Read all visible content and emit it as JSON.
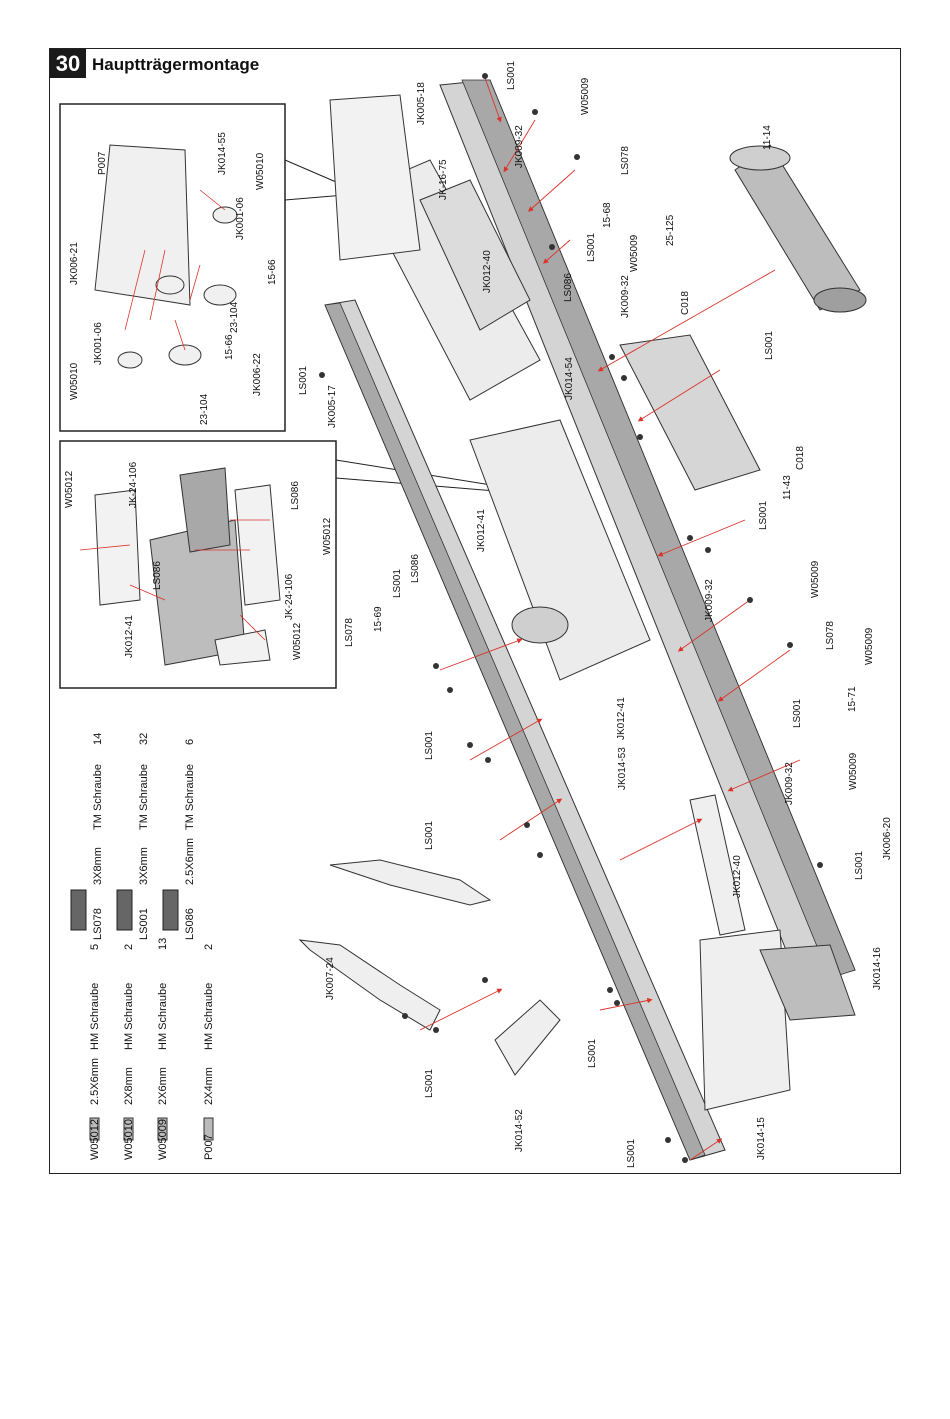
{
  "step": {
    "number": "30",
    "title": "Hauptträgermontage"
  },
  "labels": [
    {
      "text": "LS001"
    },
    {
      "text": "JK005-18"
    },
    {
      "text": "W05009"
    },
    {
      "text": "JK009-32"
    },
    {
      "text": "LS078"
    },
    {
      "text": "15-68"
    },
    {
      "text": "LS001"
    },
    {
      "text": "W05009"
    },
    {
      "text": "LS086"
    },
    {
      "text": "JK009-32"
    },
    {
      "text": "JK-16-75"
    },
    {
      "text": "JK012-40"
    },
    {
      "text": "11-14"
    },
    {
      "text": "25-125"
    },
    {
      "text": "C018"
    },
    {
      "text": "LS001"
    },
    {
      "text": "LS001"
    },
    {
      "text": "JK005-17"
    },
    {
      "text": "JK014-54"
    },
    {
      "text": "C018"
    },
    {
      "text": "11-43"
    },
    {
      "text": "LS001"
    },
    {
      "text": "JK012-41"
    },
    {
      "text": "LS086"
    },
    {
      "text": "LS001"
    },
    {
      "text": "15-69"
    },
    {
      "text": "LS078"
    },
    {
      "text": "W05009"
    },
    {
      "text": "JK009-32"
    },
    {
      "text": "LS078"
    },
    {
      "text": "W05009"
    },
    {
      "text": "15-71"
    },
    {
      "text": "LS001"
    },
    {
      "text": "JK012-41"
    },
    {
      "text": "LS001"
    },
    {
      "text": "JK014-53"
    },
    {
      "text": "JK009-32"
    },
    {
      "text": "W05009"
    },
    {
      "text": "JK006-20"
    },
    {
      "text": "LS001"
    },
    {
      "text": "LS001"
    },
    {
      "text": "JK012-40"
    },
    {
      "text": "JK007-24"
    },
    {
      "text": "JK014-16"
    },
    {
      "text": "LS001"
    },
    {
      "text": "LS001"
    },
    {
      "text": "JK014-52"
    },
    {
      "text": "JK014-15"
    },
    {
      "text": "LS001"
    }
  ],
  "inset_top_labels": [
    {
      "text": "P007"
    },
    {
      "text": "JK014-55"
    },
    {
      "text": "W05010"
    },
    {
      "text": "JK001-06"
    },
    {
      "text": "JK006-21"
    },
    {
      "text": "15-66"
    },
    {
      "text": "23-104"
    },
    {
      "text": "JK006-22"
    },
    {
      "text": "15-66"
    },
    {
      "text": "23-104"
    },
    {
      "text": "JK001-06"
    },
    {
      "text": "W05010"
    }
  ],
  "inset_bottom_labels": [
    {
      "text": "W05012"
    },
    {
      "text": "JK-24-106"
    },
    {
      "text": "LS086"
    },
    {
      "text": "W05012"
    },
    {
      "text": "LS086"
    },
    {
      "text": "JK012-41"
    },
    {
      "text": "JK-24-106"
    },
    {
      "text": "W05012"
    }
  ],
  "legend_hm": [
    {
      "code": "W05012",
      "size": "2.5X6mm",
      "type": "HM Schraube",
      "qty": "5"
    },
    {
      "code": "W05010",
      "size": "2X8mm",
      "type": "HM Schraube",
      "qty": "2"
    },
    {
      "code": "W05009",
      "size": "2X6mm",
      "type": "HM Schraube",
      "qty": "13"
    },
    {
      "code": "P007",
      "size": "2X4mm",
      "type": "HM Schraube",
      "qty": "2"
    }
  ],
  "legend_tm": [
    {
      "code": "LS078",
      "size": "3X8mm",
      "type": "TM Schraube",
      "qty": "14"
    },
    {
      "code": "LS001",
      "size": "3X6mm",
      "type": "TM Schraube",
      "qty": "32"
    },
    {
      "code": "LS086",
      "size": "2.5X6mm",
      "type": "TM Schraube",
      "qty": "6"
    }
  ],
  "colors": {
    "frame": "#222222",
    "part_fill": "#d9d9d9",
    "part_dark": "#9a9a9a",
    "arrow": "#d9342b"
  }
}
